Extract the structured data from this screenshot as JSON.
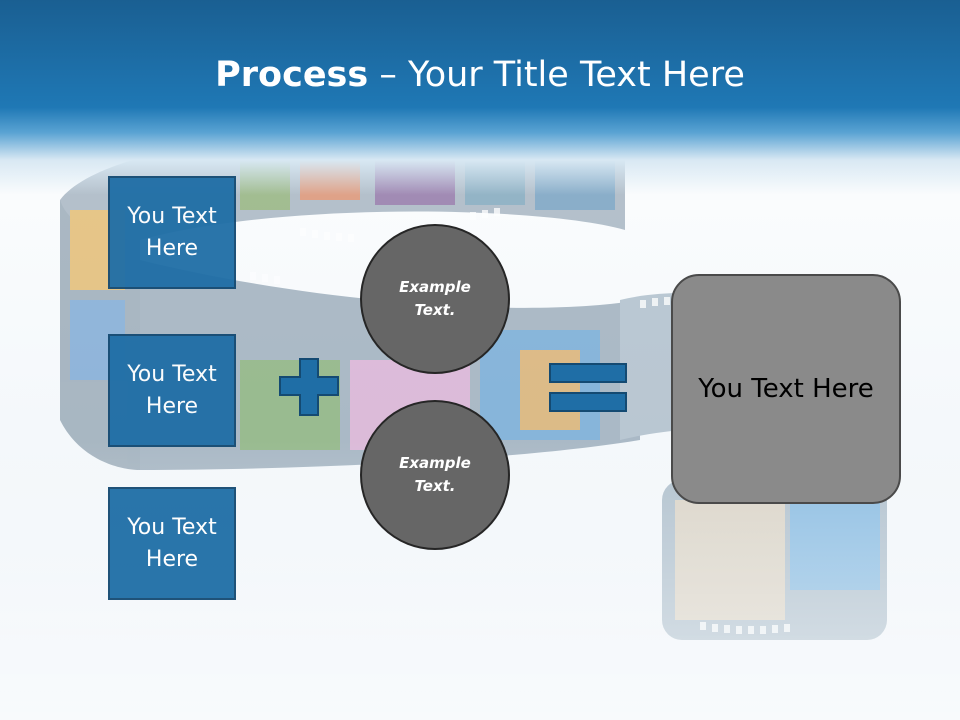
{
  "header": {
    "title_bold": "Process",
    "title_rest": " – Your Title Text Here"
  },
  "left_boxes": [
    {
      "label": "You Text Here"
    },
    {
      "label": "You Text Here"
    },
    {
      "label": "You Text Here"
    }
  ],
  "circles": [
    {
      "label": "Example Text."
    },
    {
      "label": "Example Text."
    }
  ],
  "result": {
    "label": "You Text Here"
  },
  "operators": {
    "plus": "plus-icon",
    "equals": "equals-icon"
  },
  "colors": {
    "header": "#1f78b5",
    "box": "#1f6ea6",
    "circle": "#666666",
    "result": "#8a8a8a"
  }
}
